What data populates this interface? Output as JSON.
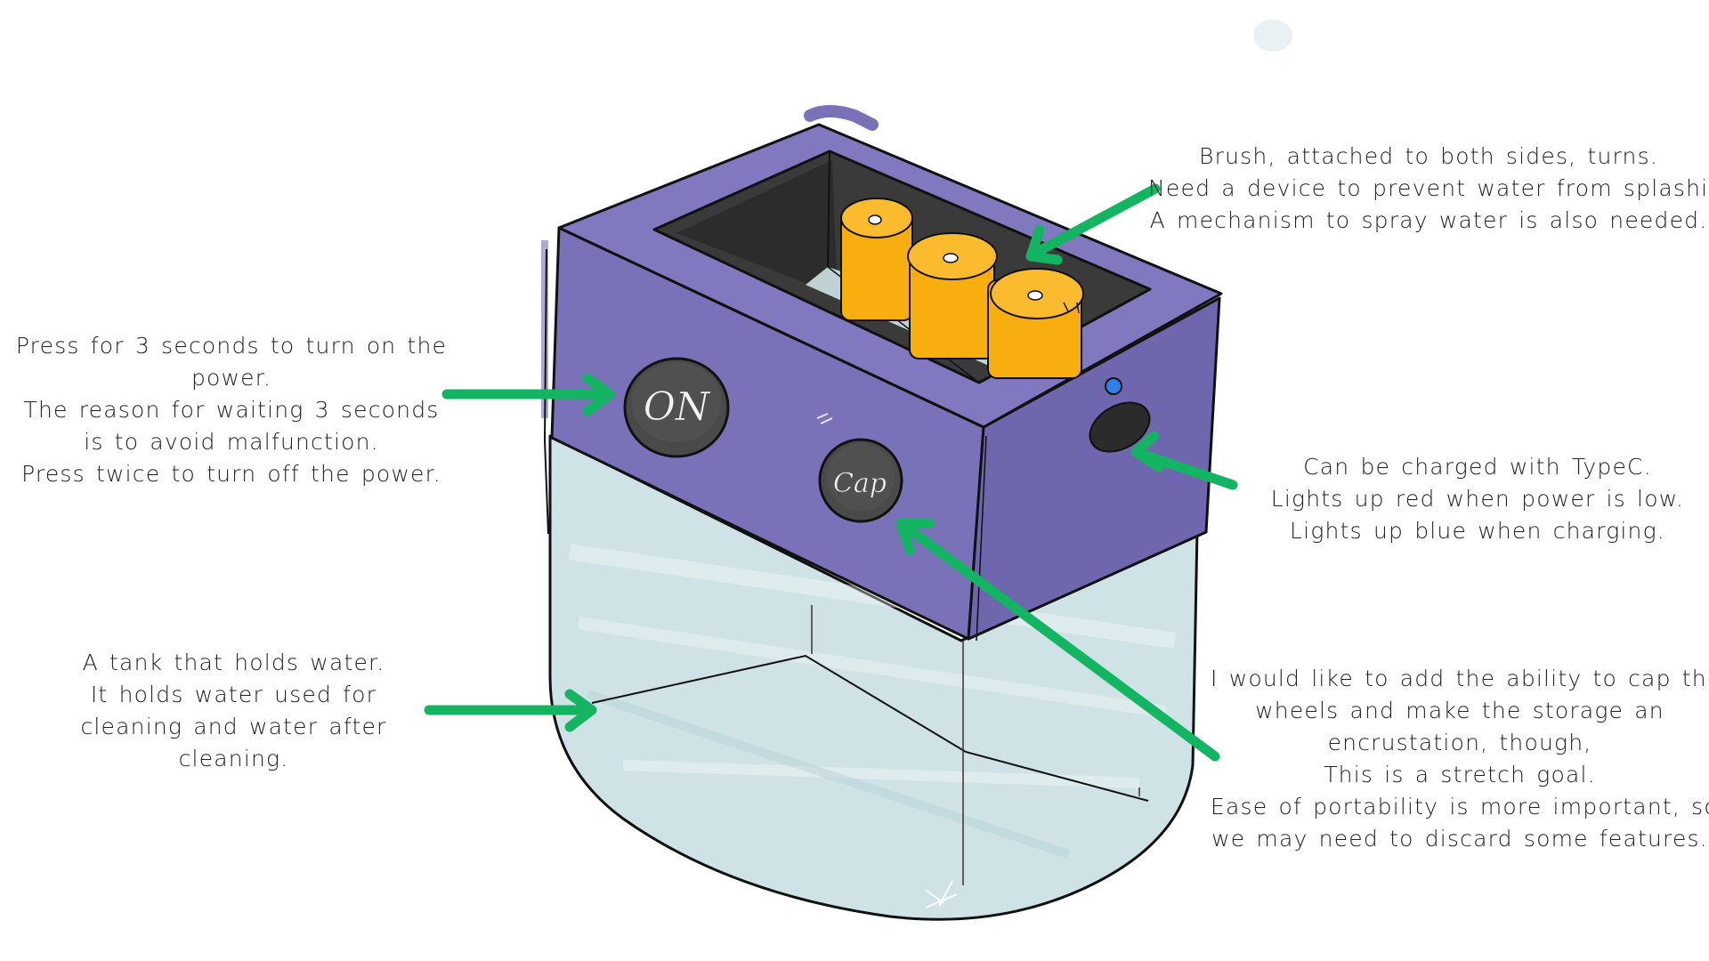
{
  "colors": {
    "body_purple": "#7a72b8",
    "body_purple_dark": "#6a63a8",
    "brush_orange": "#f9ae10",
    "tank_water": "#cfe3e6",
    "window_dark": "#3a3a3a",
    "arrow_green": "#13b562",
    "led_blue": "#2f7fe8",
    "button_dark": "#4a4a4a"
  },
  "device": {
    "on_button_label": "ON",
    "cap_button_label": "Cap",
    "icons": [
      "on-button-icon",
      "cap-button-icon",
      "led-indicator-icon",
      "usb-c-port-icon",
      "rotating-brush-icon"
    ]
  },
  "annotations": {
    "power": [
      "Press for 3 seconds to turn on the",
      "power.",
      "The reason for waiting 3 seconds",
      "is to avoid malfunction.",
      "Press twice to turn off the power."
    ],
    "brush": [
      "Brush, attached to both sides, turns.",
      "Need a device to prevent water from splashing.",
      "A mechanism to spray water is also needed."
    ],
    "charging": [
      "Can be charged with TypeC.",
      "Lights up red when power is low.",
      "Lights up blue when charging."
    ],
    "tank": [
      "A tank that holds water.",
      "It holds water used for",
      "cleaning and water after",
      "cleaning."
    ],
    "cap": [
      "I would like to add the ability to cap the",
      "wheels and make the storage an",
      "encrustation, though,",
      "This is a stretch goal.",
      "Ease of portability is more important, so",
      "we may need to discard some features."
    ]
  }
}
